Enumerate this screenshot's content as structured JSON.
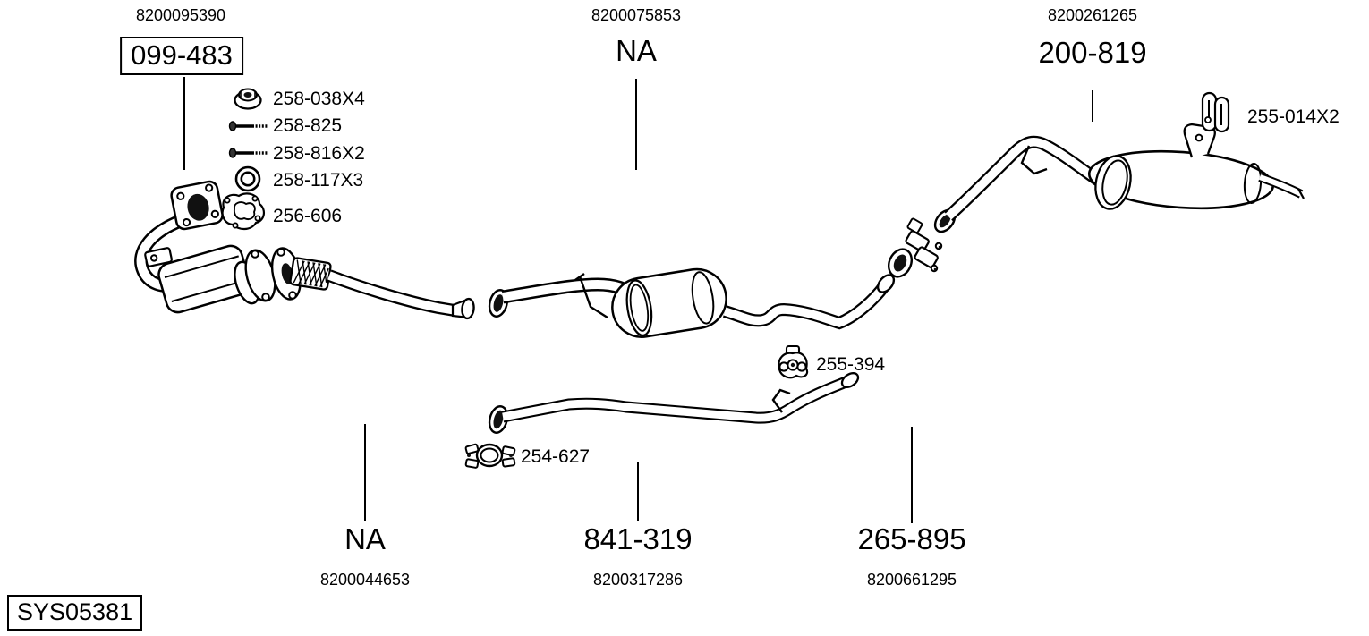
{
  "canvas": {
    "background": "#ffffff",
    "ink": "#000000"
  },
  "system_box": {
    "label": "SYS05381"
  },
  "top_sections": [
    {
      "oem": "8200095390",
      "part": "099-483",
      "boxed": true
    },
    {
      "oem": "8200075853",
      "part": "NA",
      "boxed": false
    },
    {
      "oem": "8200261265",
      "part": "200-819",
      "boxed": false
    }
  ],
  "bottom_sections": [
    {
      "part": "NA",
      "oem": "8200044653"
    },
    {
      "part": "841-319",
      "oem": "8200317286"
    },
    {
      "part": "265-895",
      "oem": "8200661295"
    }
  ],
  "hardware_list": [
    {
      "part": "258-038X4",
      "icon": "flange-nut-icon"
    },
    {
      "part": "258-825",
      "icon": "bolt-icon"
    },
    {
      "part": "258-816X2",
      "icon": "bolt-icon"
    },
    {
      "part": "258-117X3",
      "icon": "washer-icon"
    },
    {
      "part": "256-606",
      "icon": "gasket-icon"
    }
  ],
  "callouts": [
    {
      "part": "255-014X2",
      "icon": "exhaust-hanger-icon"
    },
    {
      "part": "255-394",
      "icon": "rubber-mount-icon"
    },
    {
      "part": "254-627",
      "icon": "pipe-clamp-icon"
    }
  ]
}
